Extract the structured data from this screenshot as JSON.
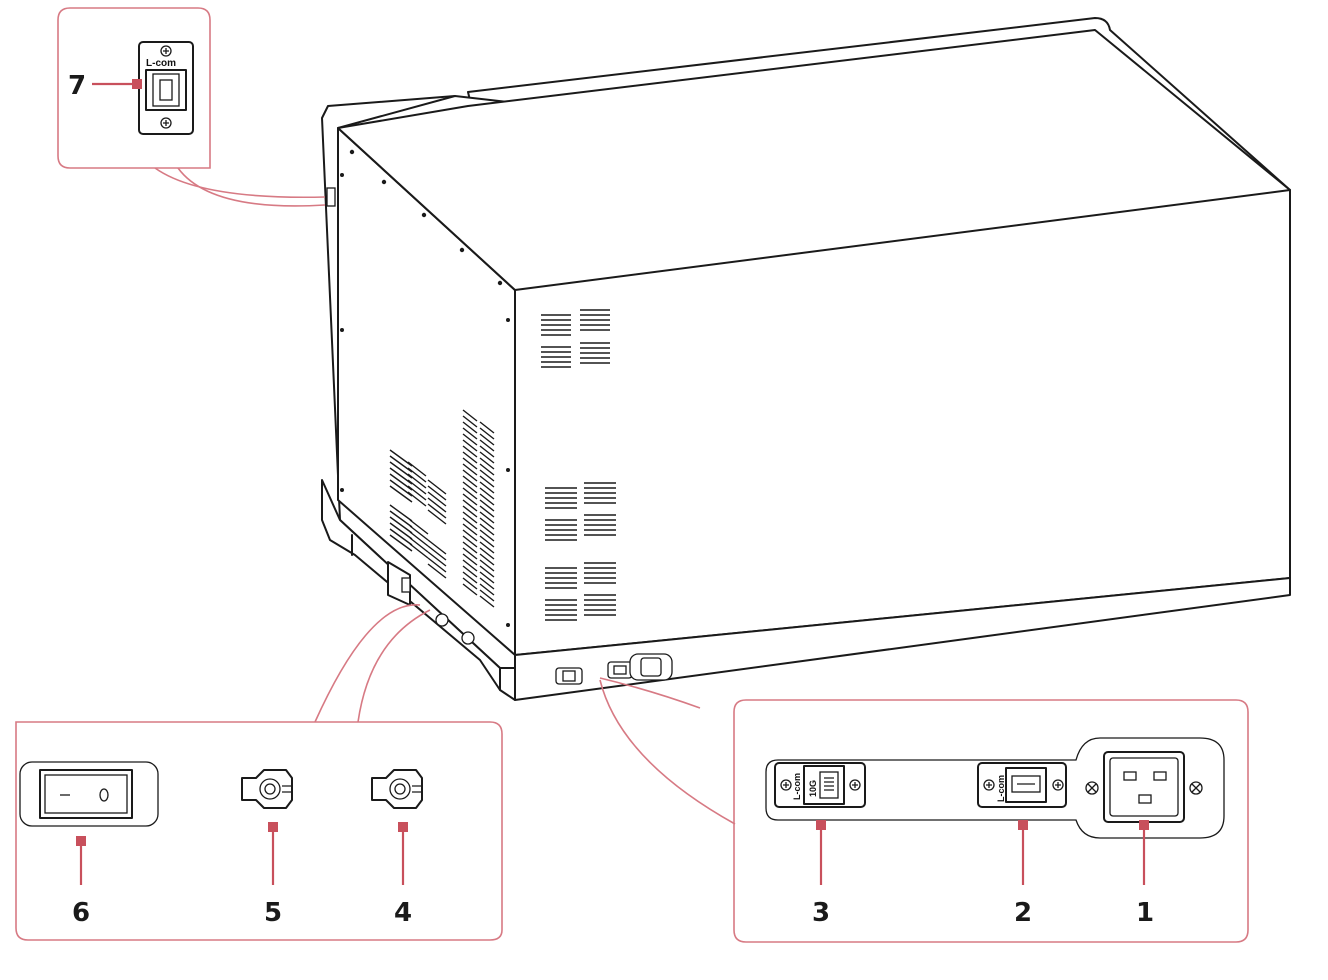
{
  "callouts": [
    {
      "id": "1",
      "label": "1"
    },
    {
      "id": "2",
      "label": "2"
    },
    {
      "id": "3",
      "label": "3"
    },
    {
      "id": "4",
      "label": "4"
    },
    {
      "id": "5",
      "label": "5"
    },
    {
      "id": "6",
      "label": "6"
    },
    {
      "id": "7",
      "label": "7"
    }
  ],
  "port_labels": {
    "brand": "L-com",
    "speed": "10G"
  },
  "colors": {
    "callout_frame": "#d77a84",
    "leader": "#c8505c",
    "outline": "#1a1a1a"
  }
}
